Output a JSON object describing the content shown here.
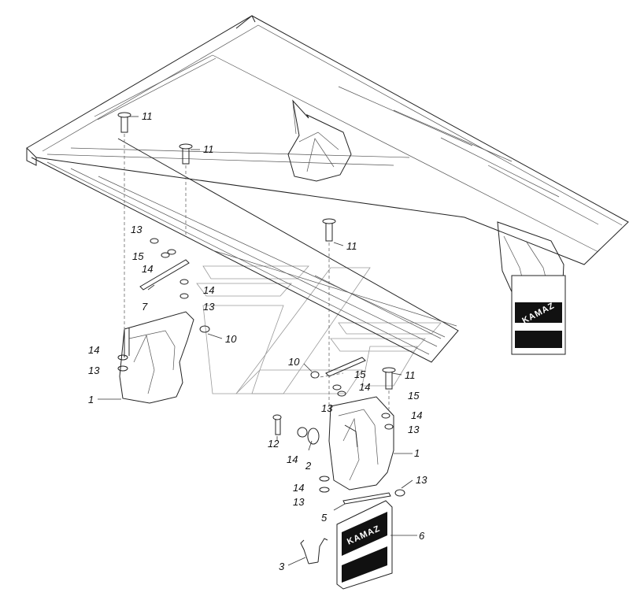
{
  "callouts": {
    "c1a": "1",
    "c1b": "1",
    "c2": "2",
    "c3": "3",
    "c5": "5",
    "c6": "6",
    "c7": "7",
    "c10a": "10",
    "c10b": "10",
    "c11a": "11",
    "c11b": "11",
    "c11c": "11",
    "c11d": "11",
    "c12": "12",
    "c13a": "13",
    "c13b": "13",
    "c13c": "13",
    "c13d": "13",
    "c13e": "13",
    "c13f": "13",
    "c13g": "13",
    "c14a": "14",
    "c14b": "14",
    "c14c": "14",
    "c14d": "14",
    "c14e": "14",
    "c14f": "14",
    "c14g": "14",
    "c15a": "15",
    "c15b": "15",
    "c15c": "15"
  },
  "mudflap_logo": "KAMAZ",
  "colors": {
    "line": "#222222",
    "ghost_logo": "#9a9a9a",
    "flap_band": "#111111"
  }
}
